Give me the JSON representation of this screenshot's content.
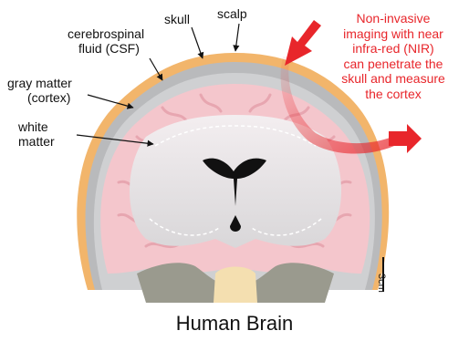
{
  "labels": {
    "skull": "skull",
    "scalp": "scalp",
    "csf_line1": "cerebrospinal",
    "csf_line2": "fluid (CSF)",
    "gray_line1": "gray matter",
    "gray_line2": "(cortex)",
    "white_line1": "white",
    "white_line2": "matter"
  },
  "annotation": [
    "Non-invasive",
    "imaging with near",
    "infra-red (NIR)",
    "can penetrate the",
    "skull and measure",
    "the cortex"
  ],
  "scale_bar": "3cm",
  "caption": "Human Brain",
  "colors": {
    "scalp": "#f2b56b",
    "skull": "#b9babc",
    "cortex": "#f4c6cc",
    "white_matter": "#e9e2e4",
    "arrow_red": "#e8262b"
  }
}
